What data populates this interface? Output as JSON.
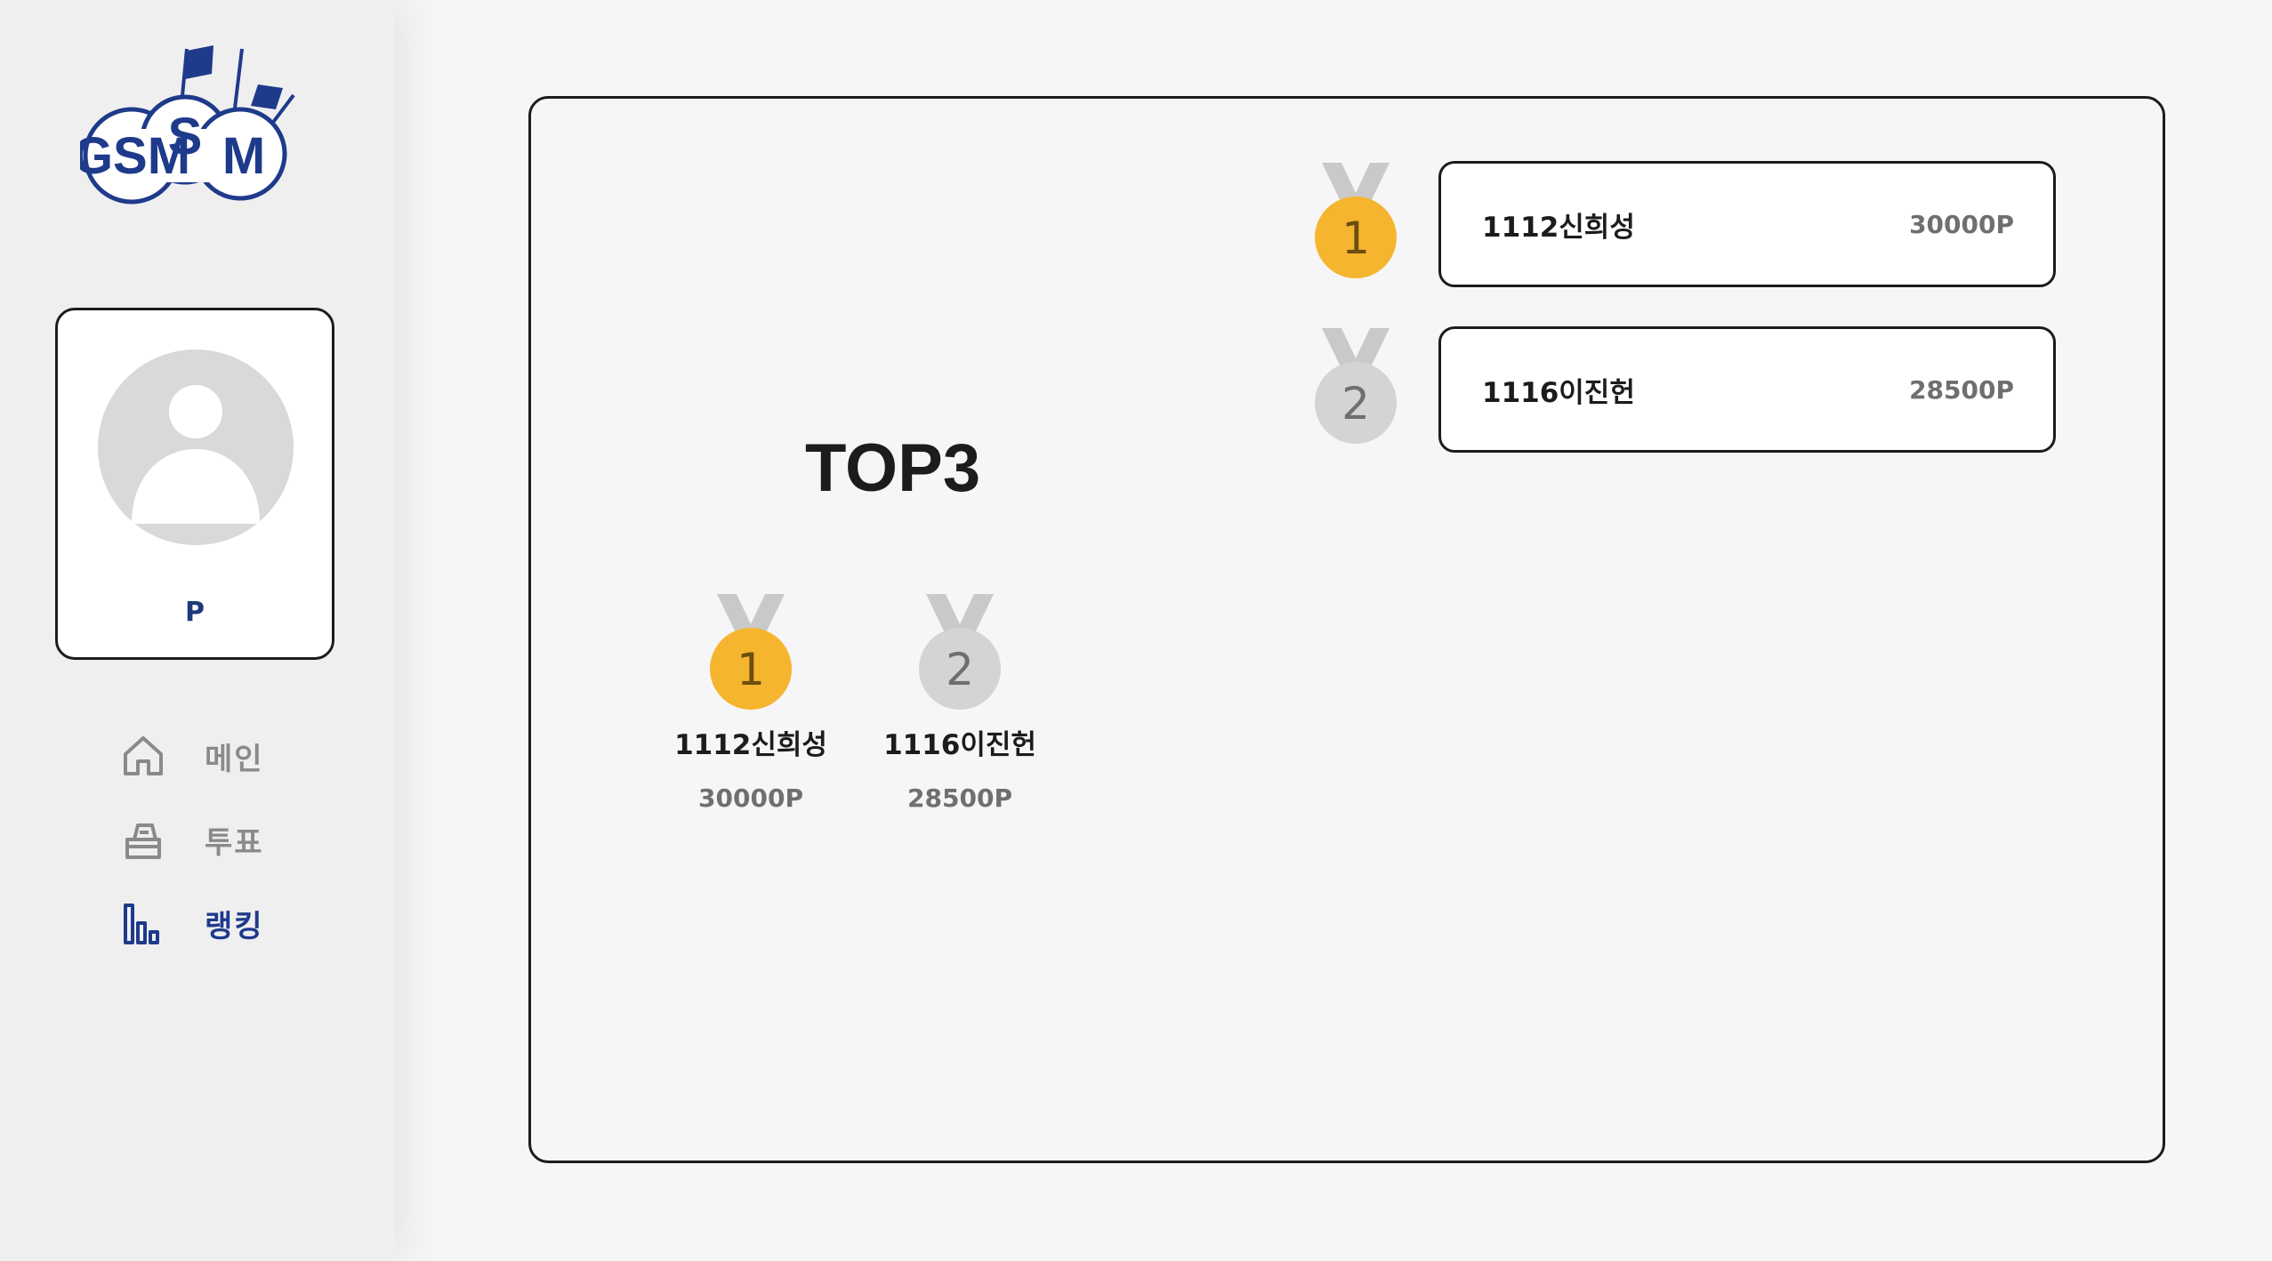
{
  "brand": {
    "logo_text": "GSM",
    "accent": "#1e3a8a"
  },
  "profile": {
    "name": "P"
  },
  "nav": {
    "items": [
      {
        "label": "메인",
        "icon": "home-icon",
        "active": false
      },
      {
        "label": "투표",
        "icon": "ballot-box-icon",
        "active": false
      },
      {
        "label": "랭킹",
        "icon": "bar-chart-icon",
        "active": true
      }
    ]
  },
  "ranking": {
    "title": "TOP3",
    "podium": [
      {
        "rank": "1",
        "name": "1112신희성",
        "points": "30000P",
        "medal": "gold-medal-icon"
      },
      {
        "rank": "2",
        "name": "1116이진헌",
        "points": "28500P",
        "medal": "silver-medal-icon"
      }
    ],
    "list": [
      {
        "rank": "1",
        "name": "1112신희성",
        "points": "30000P",
        "medal": "gold-medal-icon"
      },
      {
        "rank": "2",
        "name": "1116이진헌",
        "points": "28500P",
        "medal": "silver-medal-icon"
      }
    ]
  },
  "colors": {
    "gold": "#f6b52e",
    "silver": "#d4d4d4",
    "ribbon": "#c9c9c9"
  }
}
